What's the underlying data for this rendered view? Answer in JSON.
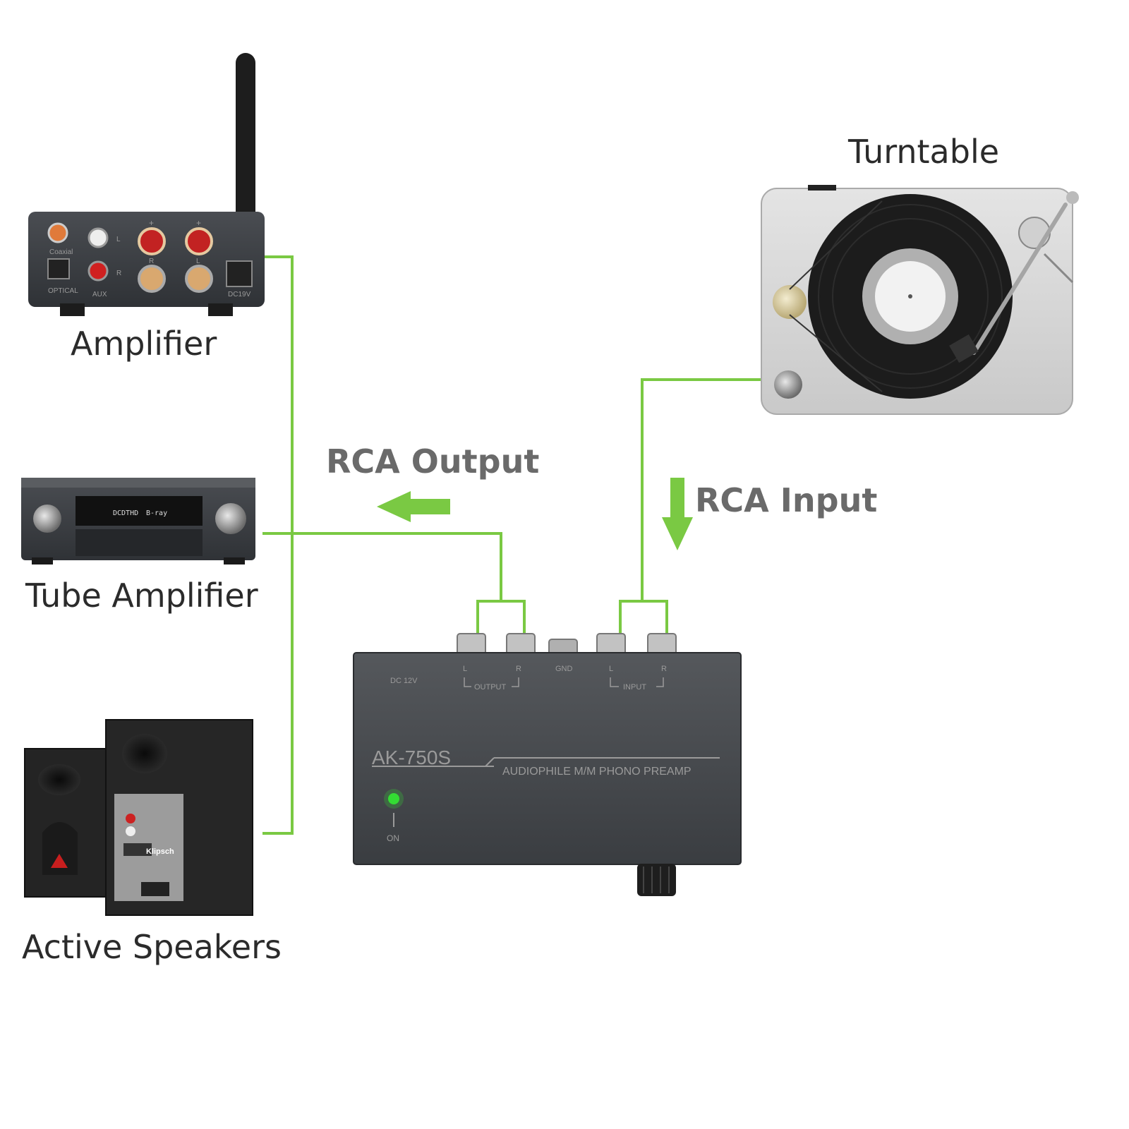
{
  "devices": {
    "amplifier": {
      "label": "Amplifier",
      "panel": {
        "coaxial": "Coaxial",
        "optical": "OPTICAL",
        "aux": "AUX",
        "dc": "DC19V",
        "l": "L",
        "r": "R",
        "plus": "+"
      }
    },
    "tube_amplifier": {
      "label": "Tube Amplifier",
      "display_left": "DCDTHD",
      "display_right": "B-ray"
    },
    "active_speakers": {
      "label": "Active Speakers",
      "brand": "Klipsch"
    },
    "turntable": {
      "label": "Turntable"
    }
  },
  "connections": {
    "output_label": "RCA Output",
    "input_label": "RCA Input",
    "line_color": "#7ac943"
  },
  "preamp": {
    "model": "AK-750S",
    "subtitle": "AUDIOPHILE M/M PHONO PREAMP",
    "dc_label": "DC 12V",
    "output_label": "OUTPUT",
    "input_label": "INPUT",
    "gnd_label": "GND",
    "l": "L",
    "r": "R",
    "power_label": "ON",
    "led_color": "#33dd33"
  }
}
